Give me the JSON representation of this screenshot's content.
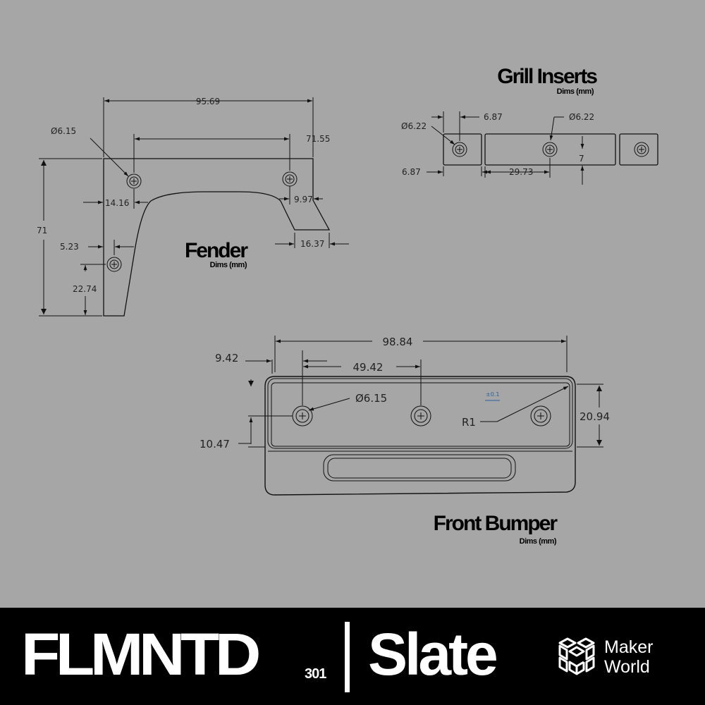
{
  "fender": {
    "title": "Fender",
    "units": "Dims (mm)",
    "dims": {
      "overall_width": "95.69",
      "hole_spacing": "71.55",
      "hole_diameter": "Ø6.15",
      "height": "71",
      "hole_offset_left": "14.16",
      "hole_offset_right": "9.97",
      "tip_width": "16.37",
      "lower_hole_x": "5.23",
      "lower_hole_y": "22.74"
    }
  },
  "grill_inserts": {
    "title": "Grill Inserts",
    "units": "Dims (mm)",
    "dims": {
      "hole_diameter_left": "Ø6.22",
      "hole_diameter_center": "Ø6.22",
      "hole_offset_top": "6.87",
      "hole_offset_bottom": "6.87",
      "center_half_length": "29.73",
      "hole_height": "7"
    }
  },
  "front_bumper": {
    "title": "Front Bumper",
    "units": "Dims (mm)",
    "dims": {
      "overall_width": "98.84",
      "edge_offset": "9.42",
      "hole_spacing": "49.42",
      "hole_diameter": "Ø6.15",
      "radius": "R1",
      "tolerance": "±0.1",
      "height": "20.94",
      "hole_center_y": "10.47"
    }
  },
  "footer": {
    "brand": "FLMNTD",
    "brand_number": "301",
    "product": "Slate",
    "partner_line1": "Maker",
    "partner_line2": "World"
  },
  "colors": {
    "background": "#a6a6a6",
    "footer_background": "#000000",
    "line": "#111111",
    "footer_text": "#ffffff",
    "tolerance_accent": "#2a5fa0"
  },
  "icons": {
    "partner_logo": "makerworld-cube-icon"
  }
}
